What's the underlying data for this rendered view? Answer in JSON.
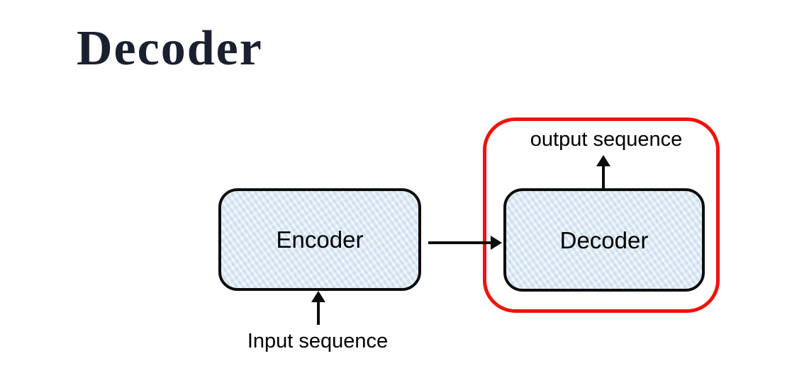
{
  "page": {
    "title": "Decoder"
  },
  "diagram": {
    "encoder_box": {
      "label": "Encoder"
    },
    "decoder_box": {
      "label": "Decoder"
    },
    "input_label": "Input sequence",
    "output_label": "output sequence",
    "arrows": [
      {
        "name": "input-to-encoder",
        "direction": "up"
      },
      {
        "name": "encoder-to-decoder",
        "direction": "right"
      },
      {
        "name": "decoder-to-output",
        "direction": "up"
      }
    ],
    "highlight": {
      "shape": "rounded-rectangle",
      "encloses": [
        "decoder_box",
        "output_label"
      ]
    }
  },
  "colors": {
    "background": "#ffffff",
    "title_text": "#1a2030",
    "box_fill": "#e0ebf5",
    "box_border": "#0d0d0d",
    "arrow": "#0d0d0d",
    "highlight_red": "#ee1409",
    "label_text": "#000000"
  }
}
